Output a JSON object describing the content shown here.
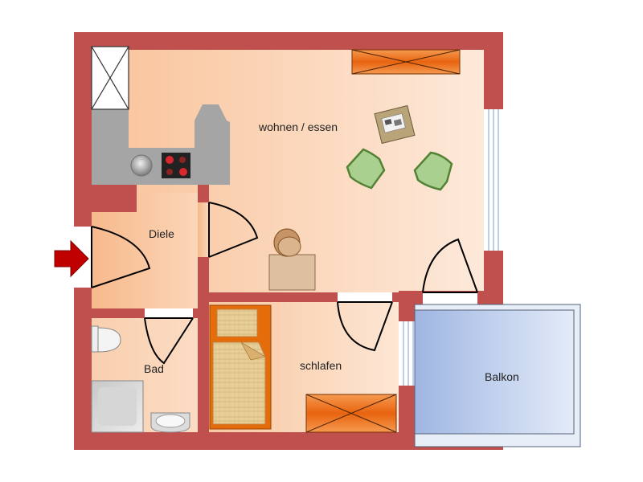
{
  "rooms": {
    "living": "wohnen  / essen",
    "hall": "Diele",
    "bath": "Bad",
    "bedroom": "schlafen",
    "balcony": "Balkon"
  },
  "colors": {
    "wall": "#c0504d",
    "floor_warm": "#f9c9a2",
    "floor_light": "#fde6d4",
    "kitchen": "#a5a5a5",
    "balcony_floor": "#b4c7e7",
    "cabinet": "#f07a2a",
    "chair": "#9bc27a",
    "entry_arrow": "#c00000",
    "bed_frame": "#e46c0a"
  },
  "icons": [
    "entry-arrow-icon",
    "stove-icon",
    "sink-icon",
    "chair-icon",
    "toilet-icon",
    "shower-icon",
    "washbasin-icon",
    "bed-icon",
    "cabinet-icon"
  ]
}
